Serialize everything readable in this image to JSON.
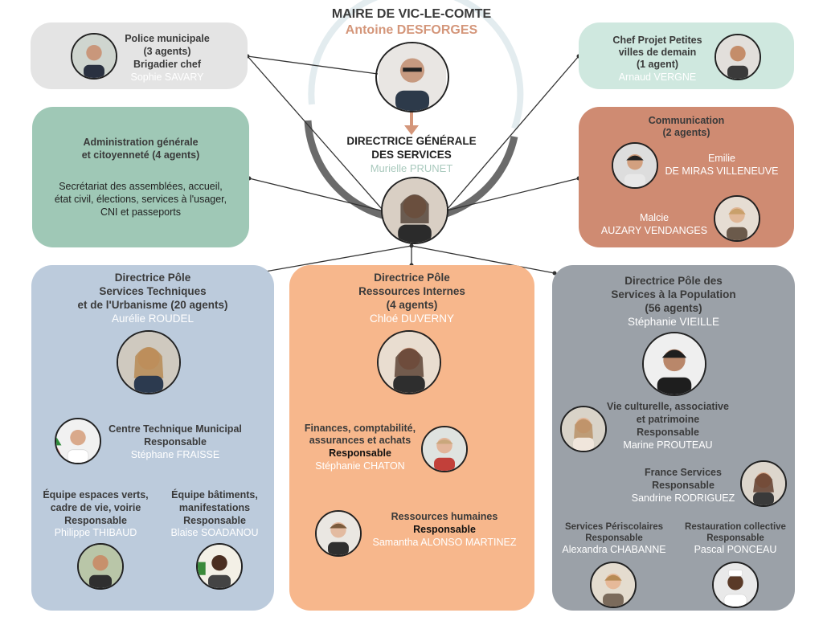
{
  "header": {
    "title": "MAIRE DE VIC-LE-COMTE",
    "mayor_name": "Antoine DESFORGES"
  },
  "dgs": {
    "title_line1": "DIRECTRICE GÉNÉRALE",
    "title_line2": "DES SERVICES",
    "name": "Murielle PRUNET"
  },
  "police": {
    "line1": "Police municipale",
    "line2": "(3 agents)",
    "line3": "Brigadier chef",
    "name": "Sophie SAVARY"
  },
  "petites_villes": {
    "line1": "Chef Projet Petites",
    "line2": "villes de demain",
    "line3": "(1 agent)",
    "name": "Arnaud VERGNE"
  },
  "administration": {
    "line1": "Administration générale",
    "line2": "et citoyenneté (4 agents)",
    "desc1": "Secrétariat des assemblées, accueil,",
    "desc2": "état civil, élections, services à l'usager,",
    "desc3": "CNI et passeports"
  },
  "communication": {
    "line1": "Communication",
    "line2": "(2 agents)",
    "person1_line1": "Emilie",
    "person1_line2": "DE MIRAS VILLENEUVE",
    "person2_line1": "Malcie",
    "person2_line2": "AUZARY VENDANGES"
  },
  "pole_tech": {
    "line1": "Directrice Pôle",
    "line2": "Services Techniques",
    "line3": "et de l'Urbanisme (20 agents)",
    "name": "Aurélie ROUDEL",
    "ctm_title": "Centre Technique Municipal",
    "ctm_role": "Responsable",
    "ctm_name": "Stéphane FRAISSE",
    "ev_line1": "Équipe espaces verts,",
    "ev_line2": "cadre de vie, voirie",
    "ev_role": "Responsable",
    "ev_name": "Philippe THIBAUD",
    "bat_line1": "Équipe bâtiments,",
    "bat_line2": "manifestations",
    "bat_role": "Responsable",
    "bat_name": "Blaise SOADANOU"
  },
  "pole_ri": {
    "line1": "Directrice Pôle",
    "line2": "Ressources Internes",
    "line3": "(4 agents)",
    "name": "Chloé DUVERNY",
    "fin_line1": "Finances, comptabilité,",
    "fin_line2": "assurances et achats",
    "fin_role": "Responsable",
    "fin_name": "Stéphanie CHATON",
    "rh_title": "Ressources humaines",
    "rh_role": "Responsable",
    "rh_name": "Samantha ALONSO MARTINEZ"
  },
  "pole_pop": {
    "line1": "Directrice Pôle des",
    "line2": "Services à la Population",
    "line3": "(56 agents)",
    "name": "Stéphanie VIEILLE",
    "vc_line1": "Vie culturelle, associative",
    "vc_line2": "et patrimoine",
    "vc_role": "Responsable",
    "vc_name": "Marine PROUTEAU",
    "fs_title": "France Services",
    "fs_role": "Responsable",
    "fs_name": "Sandrine RODRIGUEZ",
    "sp_title": "Services Périscolaires",
    "sp_role": "Responsable",
    "sp_name": "Alexandra CHABANNE",
    "rc_title": "Restauration collective",
    "rc_role": "Responsable",
    "rc_name": "Pascal PONCEAU"
  },
  "colors": {
    "grey_box": "#e4e4e4",
    "mint_box": "#cfe8df",
    "sage_box": "#9fc8b6",
    "terracotta_box": "#cf8b72",
    "blue_box": "#bccbdc",
    "orange_box": "#f7b78c",
    "slate_box": "#9ba1a8",
    "mayor_accent": "#d4967a",
    "dgs_accent": "#a9c9bd"
  }
}
